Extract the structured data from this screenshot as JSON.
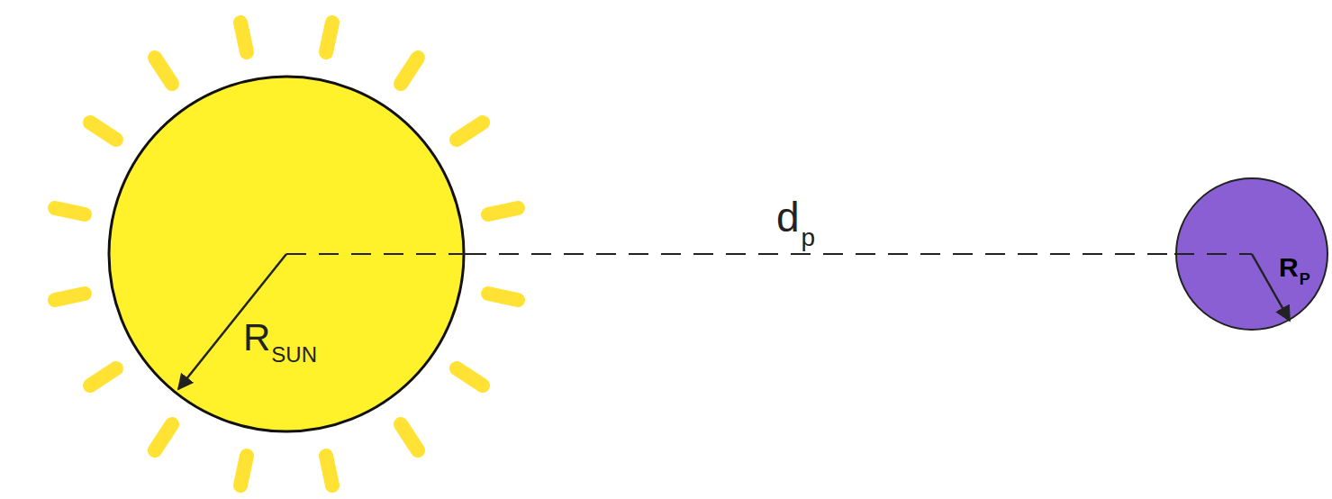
{
  "diagram": {
    "nodes": [
      {
        "text": [
          "R",
          "SUN"
        ]
      },
      {
        "text": [
          "R",
          "P"
        ]
      }
    ],
    "edges": [
      {
        "from": 0,
        "to": 1,
        "arrow": "none"
      }
    ],
    "labels": [
      "d",
      "p"
    ]
  }
}
